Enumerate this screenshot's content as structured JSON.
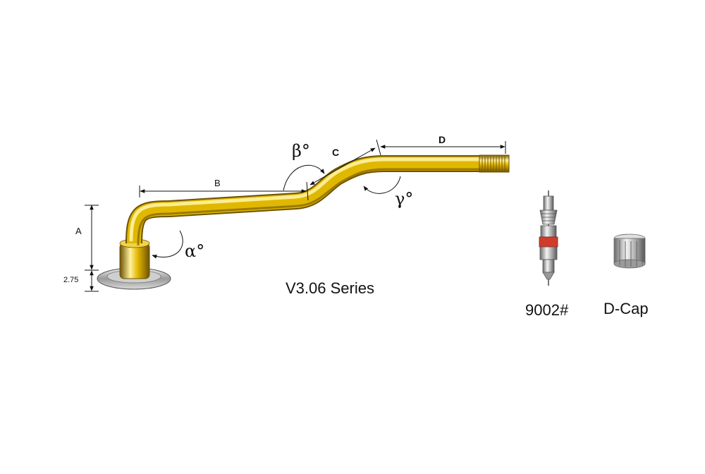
{
  "diagram": {
    "series_title": "V3.06 Series",
    "dimensions": {
      "a": "A",
      "b": "B",
      "c": "C",
      "d": "D",
      "base_height": "2.75"
    },
    "angles": {
      "alpha": "α°",
      "beta": "β°",
      "gamma": "γ°"
    },
    "parts": [
      {
        "label": "9002#"
      },
      {
        "label": "D-Cap"
      }
    ]
  },
  "colors": {
    "brass": "#e0b800",
    "brass_dark": "#8a6a00",
    "brass_light": "#fff3a0",
    "chrome": "#c8c8c8",
    "red_seal": "#d23b2a",
    "ink": "#111111"
  }
}
